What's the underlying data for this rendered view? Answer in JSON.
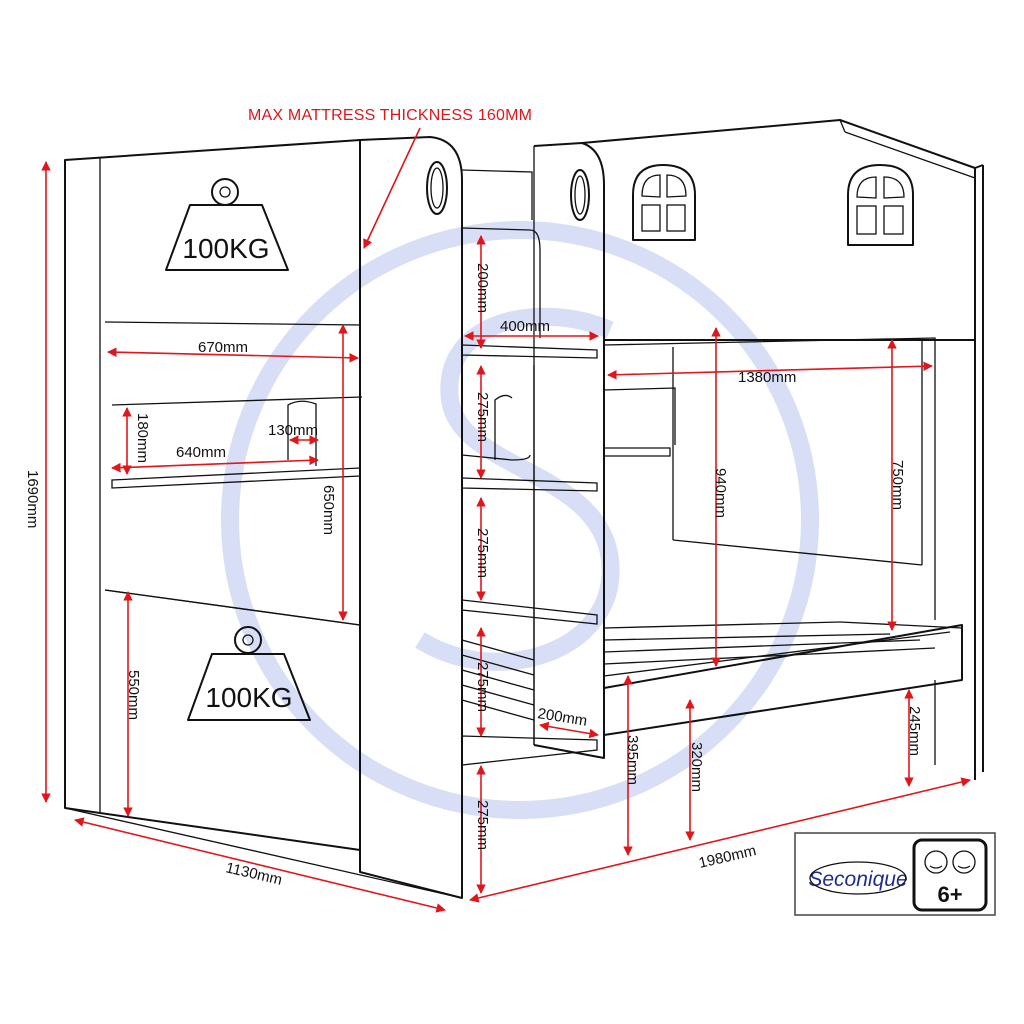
{
  "notice": "MAX MATTRESS THICKNESS 160MM",
  "weights": {
    "top": "100KG",
    "bottom": "100KG"
  },
  "brand": {
    "logo_text": "Seconique",
    "age_rating": "6+"
  },
  "dimensions": {
    "height_total": "1690mm",
    "depth": "1130mm",
    "length": "1980mm",
    "top_width_inner": "670mm",
    "shelf_width": "640mm",
    "shelf_height": "180mm",
    "shelf_divider": "130mm",
    "guard_height": "650mm",
    "lower_panel": "550mm",
    "step_top": "200mm",
    "step_depth": "400mm",
    "step_gap_1": "275mm",
    "step_gap_2": "275mm",
    "step_gap_3": "275mm",
    "step_gap_4": "275mm",
    "bottom_step": "200mm",
    "inner_length": "1380mm",
    "clearance": "940mm",
    "end_panel": "750mm",
    "lower_side": "395mm",
    "slat_height": "320mm",
    "leg_height": "245mm"
  },
  "colors": {
    "dimension": "#e0161b",
    "watermark": "#c9d3f3",
    "line": "#111111"
  }
}
